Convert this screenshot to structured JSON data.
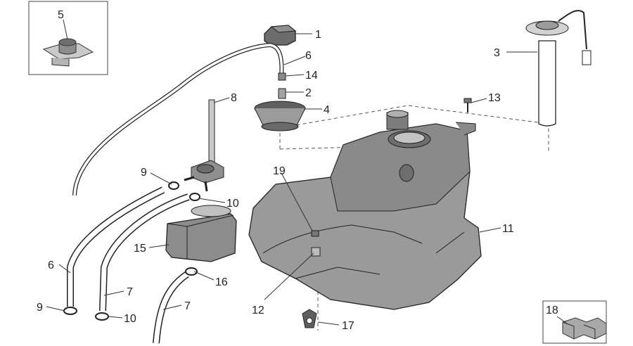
{
  "callouts": {
    "c1": "1",
    "c2": "2",
    "c3": "3",
    "c4": "4",
    "c5": "5",
    "c6a": "6",
    "c6b": "6",
    "c7a": "7",
    "c7b": "7",
    "c8": "8",
    "c9a": "9",
    "c9b": "9",
    "c10a": "10",
    "c10b": "10",
    "c11": "11",
    "c12": "12",
    "c13": "13",
    "c14": "14",
    "c15": "15",
    "c16": "16",
    "c17": "17",
    "c18": "18",
    "c19": "19"
  },
  "colors": {
    "part_fill": "#9a9a9a",
    "part_fill_dark": "#6e6e6e",
    "part_fill_light": "#c4c4c4",
    "outline": "#222222",
    "background": "#ffffff"
  }
}
